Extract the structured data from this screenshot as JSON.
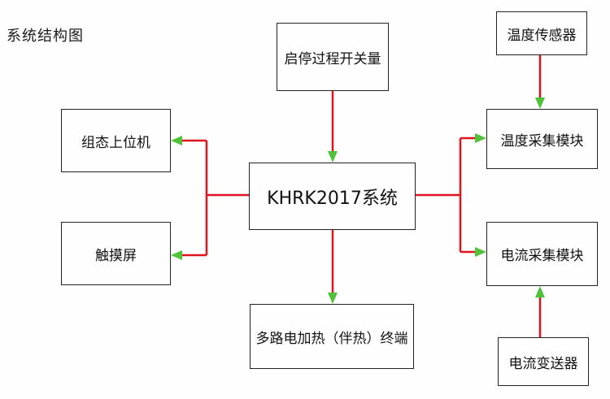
{
  "title": "系统结构图",
  "nodes": {
    "core": "KHRK2017系统",
    "switch_signal": "启停过程开关量",
    "scada_host": "组态上位机",
    "touch_screen": "触摸屏",
    "heater_terminal": "多路电加热（伴热）终端",
    "temp_sensor": "温度传感器",
    "temp_module": "温度采集模块",
    "current_module": "电流采集模块",
    "current_transmitter": "电流变送器"
  },
  "colors": {
    "red_line": "#e0141e",
    "green_arrow": "#4fc23a",
    "border": "#222222"
  }
}
